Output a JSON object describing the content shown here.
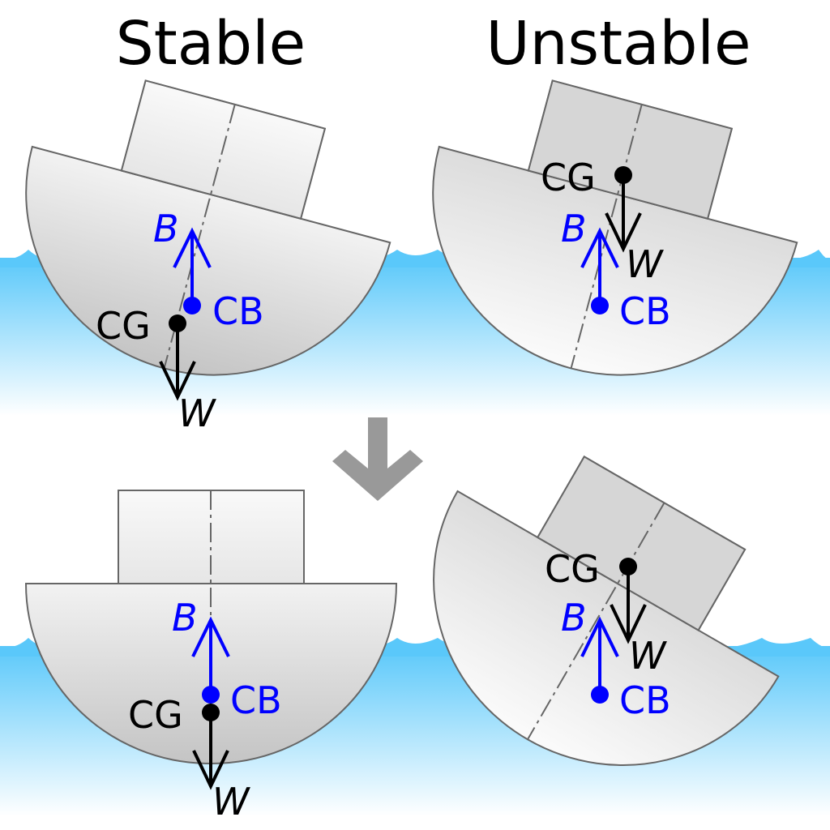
{
  "titles": {
    "stable": "Stable",
    "unstable": "Unstable"
  },
  "labels": {
    "cg": "CG",
    "cb": "CB",
    "b": "B",
    "w": "W"
  },
  "colors": {
    "buoyancy": "#0000ff",
    "weight": "#000000",
    "water_top": "#5ac8fa",
    "arrow": "#999999",
    "outline": "#666666"
  }
}
